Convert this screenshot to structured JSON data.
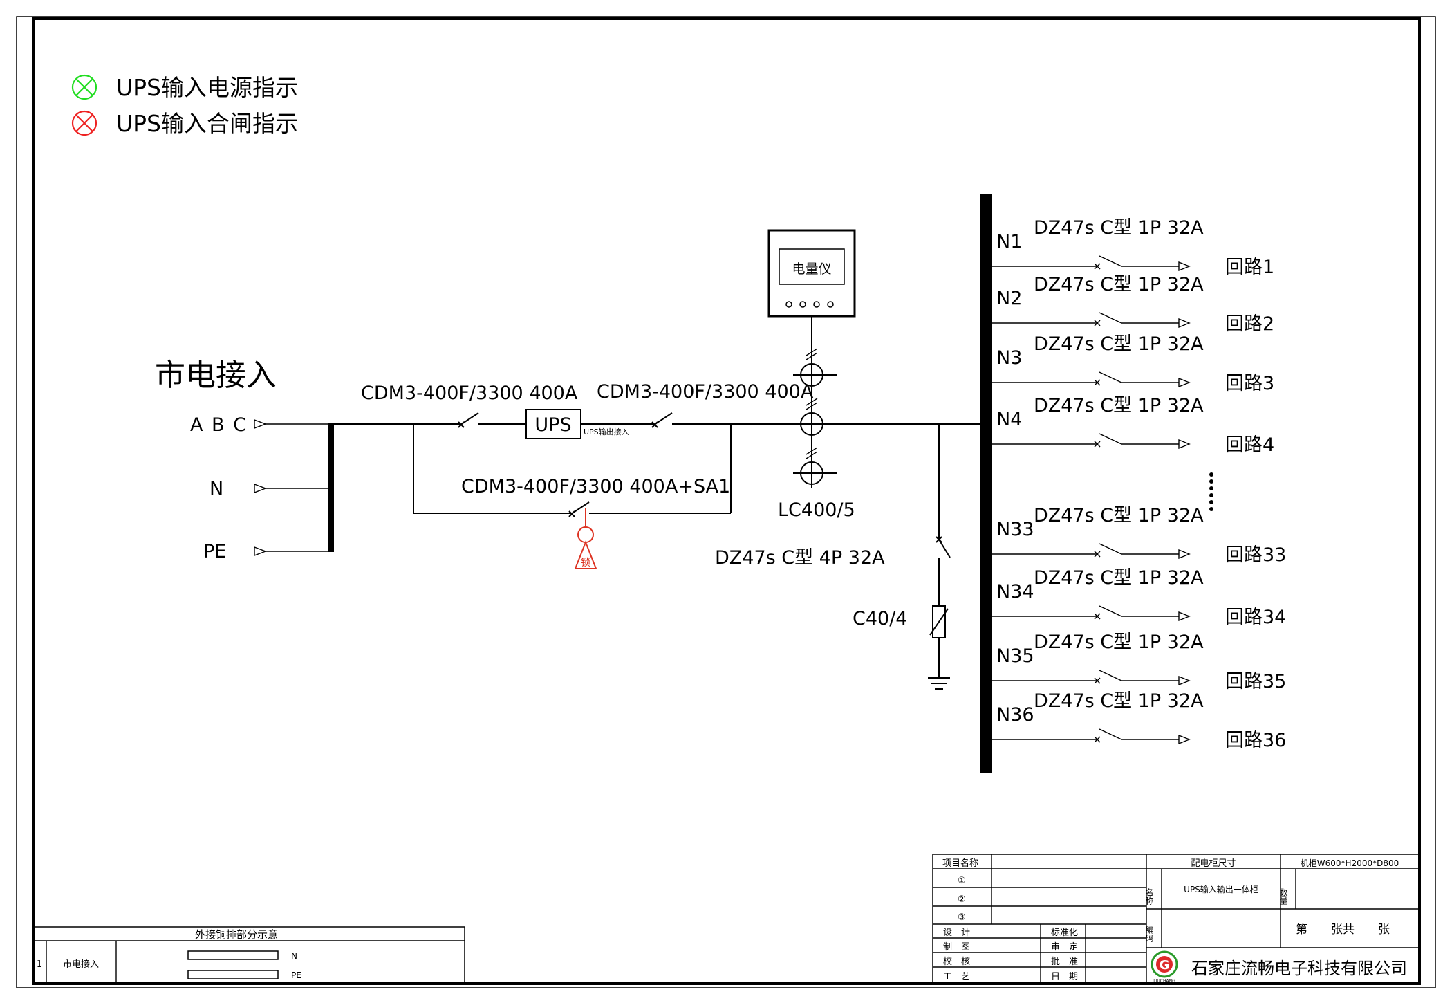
{
  "legend": [
    {
      "label": "UPS输入电源指示",
      "color": "#22dd22"
    },
    {
      "label": "UPS输入合闸指示",
      "color": "#ee2222"
    }
  ],
  "source": {
    "title": "市电接入",
    "phases": [
      {
        "label": "A B C"
      },
      {
        "label": "N"
      },
      {
        "label": "PE"
      }
    ]
  },
  "main_path": {
    "breaker_in": "CDM3-400F/3300 400A",
    "ups": "UPS",
    "ups_out_note": "UPS输出接入",
    "breaker_out": "CDM3-400F/3300 400A",
    "bypass": "CDM3-400F/3300 400A+SA1",
    "lock": "锁",
    "meter": "电量仪",
    "ct": "LC400/5",
    "spd_breaker": "DZ47s C型 4P 32A",
    "spd": "C40/4"
  },
  "branches": [
    {
      "id": "N1",
      "spec": "DZ47s C型 1P 32A",
      "circuit": "回路1"
    },
    {
      "id": "N2",
      "spec": "DZ47s C型 1P 32A",
      "circuit": "回路2"
    },
    {
      "id": "N3",
      "spec": "DZ47s C型 1P 32A",
      "circuit": "回路3"
    },
    {
      "id": "N4",
      "spec": "DZ47s C型 1P 32A",
      "circuit": "回路4"
    },
    {
      "id": "N33",
      "spec": "DZ47s C型 1P 32A",
      "circuit": "回路33"
    },
    {
      "id": "N34",
      "spec": "DZ47s C型 1P 32A",
      "circuit": "回路34"
    },
    {
      "id": "N35",
      "spec": "DZ47s C型 1P 32A",
      "circuit": "回路35"
    },
    {
      "id": "N36",
      "spec": "DZ47s C型 1P 32A",
      "circuit": "回路36"
    }
  ],
  "copper_table": {
    "title": "外接铜排部分示意",
    "row_no": "1",
    "row_name": "市电接入",
    "bar_labels": [
      "N",
      "PE"
    ]
  },
  "title_block": {
    "project_name": "项目名称",
    "cabinet_size_label": "配电柜尺寸",
    "cabinet_size": "机柜W600*H2000*D800",
    "rev_marks": [
      "①",
      "②",
      "③"
    ],
    "name_label": "名称",
    "name_value": "UPS输入输出一体柜",
    "qty_label": "数量",
    "code_label": "编码",
    "sheet": "第　　张共　　张",
    "left_roles": [
      "设　计",
      "制　图",
      "校　核",
      "工　艺"
    ],
    "mid_roles": [
      "标准化",
      "审　定",
      "批　准",
      "日　期"
    ],
    "logo_letter": "G",
    "logo_text": "LIUCHANG",
    "company": "石家庄流畅电子科技有限公司"
  }
}
